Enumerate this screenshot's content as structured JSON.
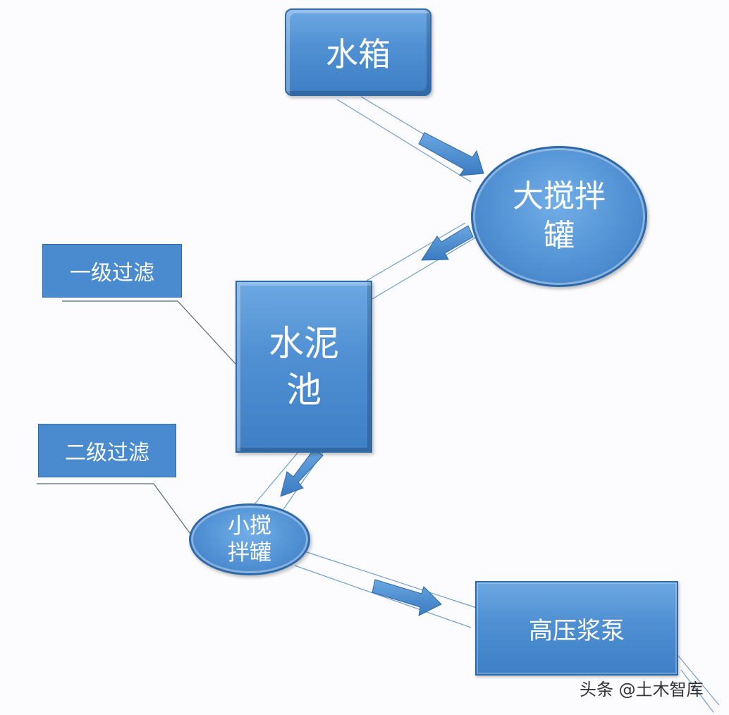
{
  "nodes": {
    "water_tank": "水箱",
    "big_mixer": "大搅拌\n罐",
    "cement_pool": "水泥\n池",
    "small_mixer": "小搅\n拌罐",
    "hp_pump": "高压浆泵"
  },
  "labels": {
    "primary_filter": "一级过滤",
    "secondary_filter": "二级过滤"
  },
  "watermark": "头条 @土木智库",
  "colors": {
    "node_fill": "#4f8fd2",
    "node_border": "#2f6aa8",
    "arrow": "#4a8ad0",
    "line": "#6f9fcc"
  }
}
